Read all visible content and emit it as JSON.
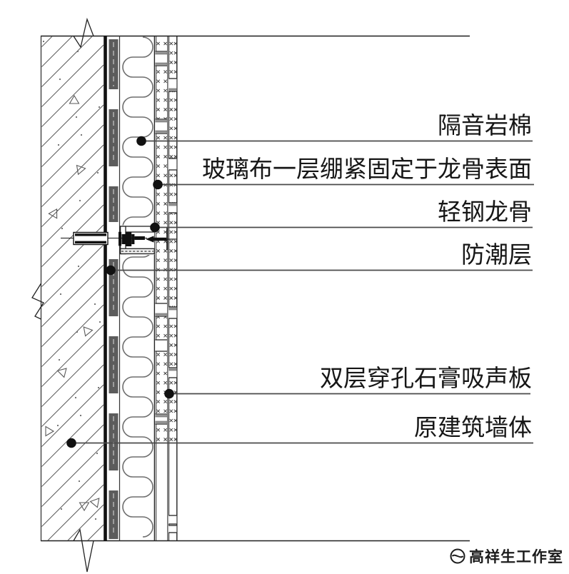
{
  "annotations": {
    "labels": [
      {
        "id": "rock-wool",
        "text": "隔音岩棉"
      },
      {
        "id": "glass-cloth",
        "text": "玻璃布一层绷紧固定于龙骨表面"
      },
      {
        "id": "steel-keel",
        "text": "轻钢龙骨"
      },
      {
        "id": "moisture-barrier",
        "text": "防潮层"
      },
      {
        "id": "gypsum-board",
        "text": "双层穿孔石膏吸声板"
      },
      {
        "id": "original-wall",
        "text": "原建筑墙体"
      }
    ]
  },
  "watermark": {
    "text": "高祥生工作室"
  },
  "colors": {
    "line": "#1f1f1f",
    "leader": "#4a4a4a",
    "strip_fill": "#5c5c5c",
    "strip_dash": "#c9c9c9",
    "wave": "#6e6e6e",
    "hatch": "#5a5a5a",
    "joint_gray": "#8a8a8a",
    "text": "#161616"
  }
}
